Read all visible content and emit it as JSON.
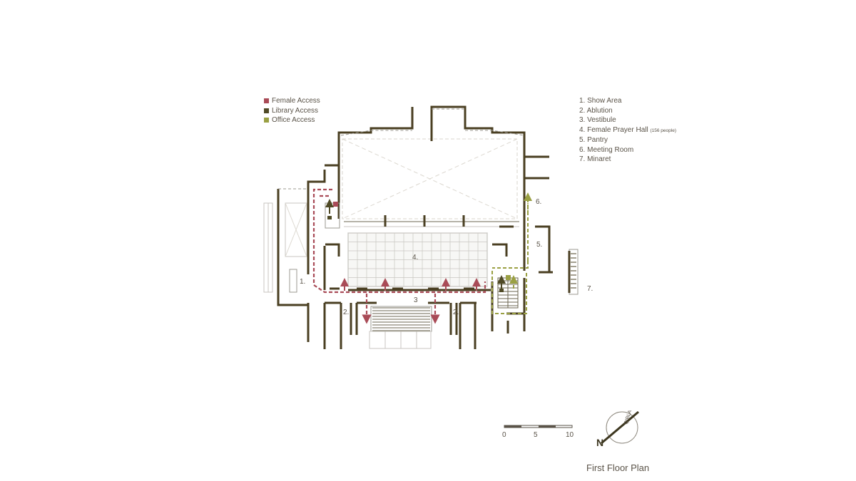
{
  "legend": {
    "items": [
      {
        "label": "Female Access",
        "color": "#a94b57"
      },
      {
        "label": "Library Access",
        "color": "#4f4a26"
      },
      {
        "label": "Office Access",
        "color": "#9aa043"
      }
    ]
  },
  "key": {
    "items": [
      "1. Show Area",
      "2. Ablution",
      "3. Vestibule",
      "4. Female Prayer Hall",
      "5. Pantry",
      "6. Meeting Room",
      "7. Minaret"
    ],
    "hall_capacity": "(156 people)"
  },
  "plan_labels": {
    "show_area": "1.",
    "ablution_left": "2.",
    "vestibule": "3",
    "prayer_hall": "4.",
    "pantry": "5.",
    "meeting_room": "6.",
    "minaret": "7.",
    "ablution_right": "2."
  },
  "scale_bar": {
    "t0": "0",
    "t5": "5",
    "t10": "10"
  },
  "north": {
    "n_label": "N",
    "qibla_label": "QIBLA"
  },
  "colors": {
    "wall": "#4a3f22",
    "female": "#a94b57",
    "library": "#4f4a26",
    "office": "#9aa043"
  },
  "title": "First Floor Plan"
}
